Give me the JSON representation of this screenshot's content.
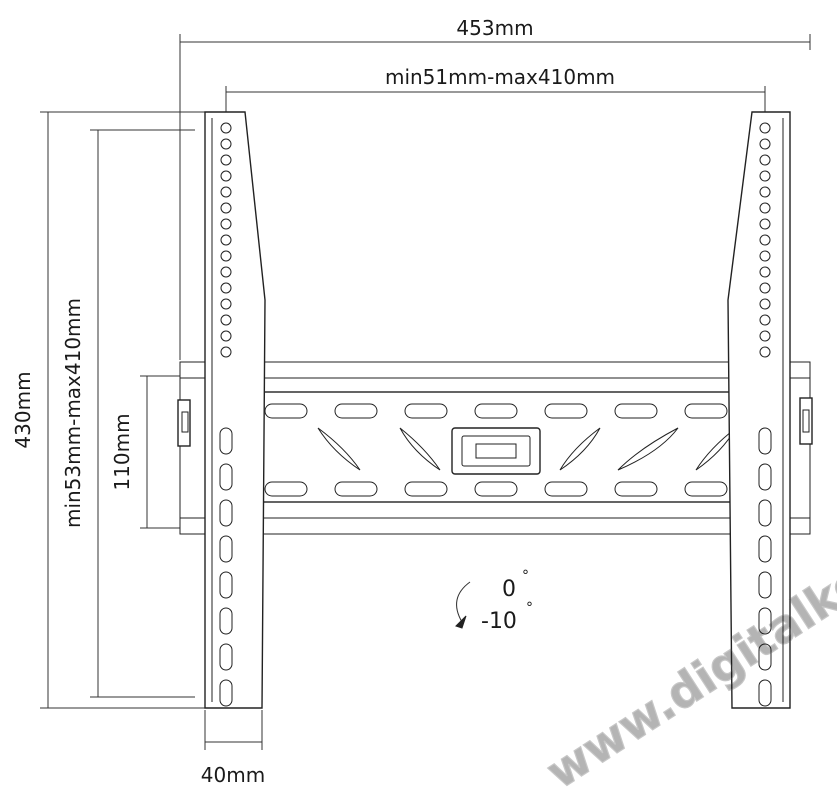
{
  "dimensions": {
    "overall_width": "453mm",
    "vesa_width": "min51mm-max410mm",
    "overall_height": "430mm",
    "vesa_height": "min53mm-max410mm",
    "rail_height": "110mm",
    "depth": "40mm"
  },
  "tilt": {
    "upper": "0",
    "lower": "-10",
    "degree_symbol": "°"
  },
  "watermark": "www.digitalko.hu"
}
